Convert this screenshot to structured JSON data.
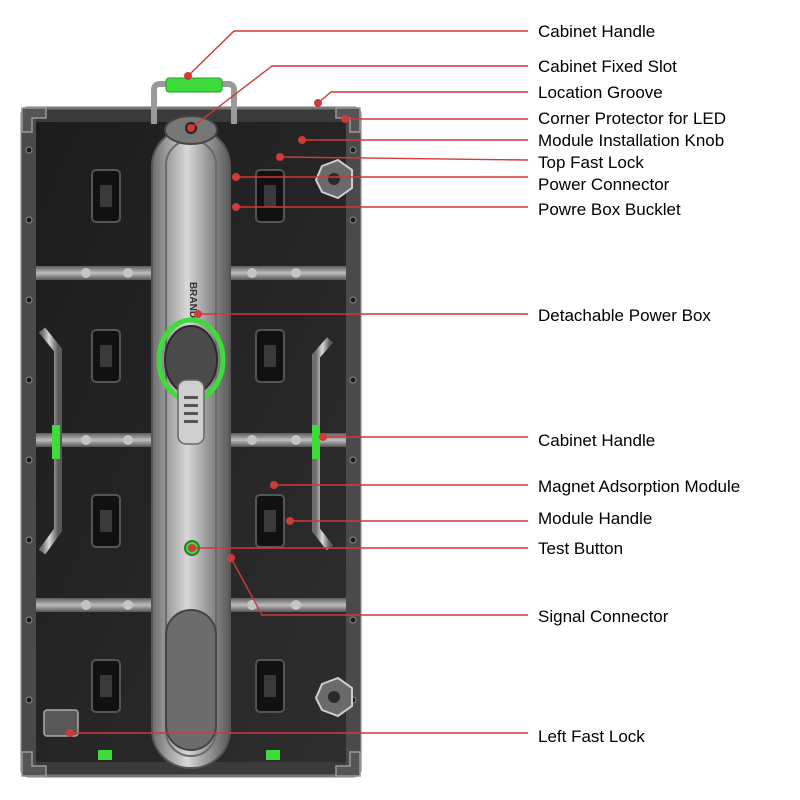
{
  "labels": {
    "cabinet_handle_top": "Cabinet Handle",
    "cabinet_fixed_slot": "Cabinet Fixed Slot",
    "location_groove": "Location Groove",
    "corner_protector": "Corner Protector for LED",
    "module_installation_knob": "Module Installation Knob",
    "top_fast_lock": "Top Fast Lock",
    "power_connector": "Power Connector",
    "power_box_bucklet": "Powre Box Bucklet",
    "detachable_power_box": "Detachable Power Box",
    "cabinet_handle_side": "Cabinet Handle",
    "magnet_adsorption_module": "Magnet Adsorption Module",
    "module_handle": "Module Handle",
    "test_button": "Test Button",
    "signal_connector": "Signal Connector",
    "left_fast_lock": "Left Fast Lock"
  },
  "power_box": {
    "brand_text": "BRAND"
  },
  "colors": {
    "accent_green": "#3ddc3a",
    "leader_red": "#cf3a3a",
    "frame_dark": "#2a2a2a",
    "frame_silver": "#9a9a9a"
  }
}
